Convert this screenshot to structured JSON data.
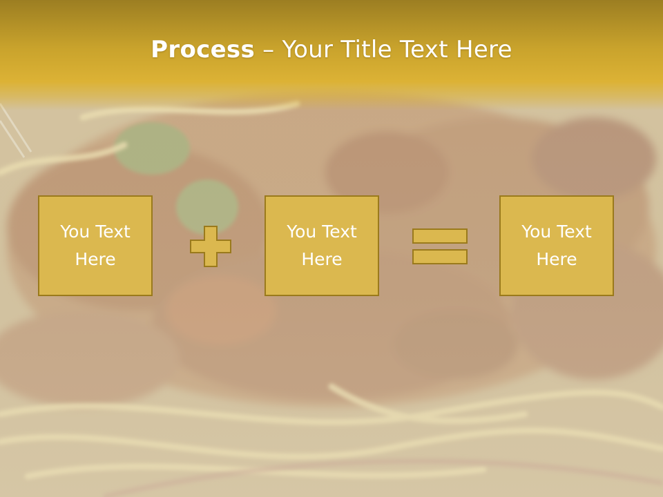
{
  "title": {
    "bold_part": "Process",
    "rest": " – Your Title Text Here"
  },
  "boxes": [
    {
      "label": "You Text Here"
    },
    {
      "label": "You Text Here"
    },
    {
      "label": "You Text Here"
    }
  ],
  "operators": [
    "plus",
    "equals"
  ],
  "colors": {
    "title_band": "#dcb235",
    "box_fill": "#dbb84f",
    "box_border": "#9a7a1c",
    "text": "#ffffff",
    "background": "#d8cfb3"
  }
}
